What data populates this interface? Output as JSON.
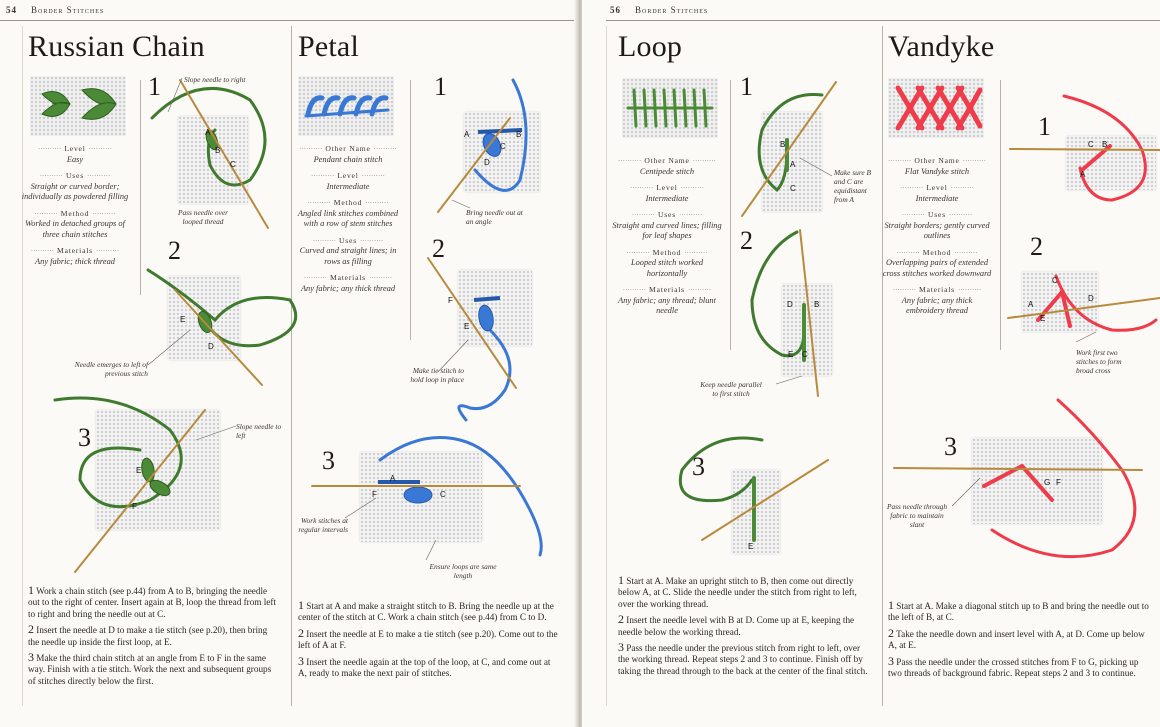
{
  "left_page": {
    "page_number": "54",
    "running_head": "Border Stitches",
    "russian_chain": {
      "title": "Russian Chain",
      "info": {
        "level_label": "Level",
        "level": "Easy",
        "uses_label": "Uses",
        "uses": "Straight or curved border; individually as powdered filling",
        "method_label": "Method",
        "method": "Worked in detached groups of three chain stitches",
        "materials_label": "Materials",
        "materials": "Any fabric; thick thread"
      },
      "steps": [
        "1",
        "2",
        "3"
      ],
      "annotations": {
        "slope_right": "Slope needle to right",
        "pass_needle": "Pass needle over looped thread",
        "emerges": "Needle emerges to left of previous stitch",
        "slope_left": "Slope needle to left"
      },
      "letters": [
        "A",
        "B",
        "C",
        "D",
        "E",
        "E",
        "F"
      ],
      "instructions": [
        {
          "num": "1",
          "text": "Work a chain stitch (see p.44) from A to B, bringing the needle out to the right of center. Insert again at B, loop the thread from left to right and bring the needle out at C."
        },
        {
          "num": "2",
          "text": "Insert the needle at D to make a tie stitch (see p.20), then bring the needle up inside the first loop, at E."
        },
        {
          "num": "3",
          "text": "Make the third chain stitch at an angle from E to F in the same way. Finish with a tie stitch. Work the next and subsequent groups of stitches directly below the first."
        }
      ]
    },
    "petal": {
      "title": "Petal",
      "info": {
        "other_label": "Other Name",
        "other": "Pendant chain stitch",
        "level_label": "Level",
        "level": "Intermediate",
        "method_label": "Method",
        "method": "Angled link stitches combined with a row of stem stitches",
        "uses_label": "Uses",
        "uses": "Curved and straight lines; in rows as filling",
        "materials_label": "Materials",
        "materials": "Any fabric; any thick thread"
      },
      "steps": [
        "1",
        "2",
        "3"
      ],
      "annotations": {
        "bring_out": "Bring needle out at an angle",
        "tie_stitch": "Make tie stitch to hold loop in place",
        "work_stitches": "Work stitches at regular intervals",
        "ensure_loops": "Ensure loops are same length"
      },
      "letters": [
        "A",
        "B",
        "C",
        "D",
        "F",
        "E",
        "A",
        "F",
        "C"
      ],
      "instructions": [
        {
          "num": "1",
          "text": "Start at A and make a straight stitch to B. Bring the needle up at the center of the stitch at C. Work a chain stitch (see p.44) from C to D."
        },
        {
          "num": "2",
          "text": "Insert the needle at E to make a tie stitch (see p.20). Come out to the left of A at F."
        },
        {
          "num": "3",
          "text": "Insert the needle again at the top of the loop, at C, and come out at A, ready to make the next pair of stitches."
        }
      ]
    }
  },
  "right_page": {
    "page_number": "56",
    "running_head": "Border Stitches",
    "loop": {
      "title": "Loop",
      "info": {
        "other_label": "Other Name",
        "other": "Centipede stitch",
        "level_label": "Level",
        "level": "Intermediate",
        "uses_label": "Uses",
        "uses": "Straight and curved lines; filling for leaf shapes",
        "method_label": "Method",
        "method": "Looped stitch worked horizontally",
        "materials_label": "Materials",
        "materials": "Any fabric; any thread; blunt needle"
      },
      "steps": [
        "1",
        "2",
        "3"
      ],
      "annotations": {
        "make_sure": "Make sure B and C are equidistant from A",
        "keep_parallel": "Keep needle parallel to first stitch"
      },
      "letters": [
        "B",
        "A",
        "C",
        "D",
        "B",
        "E",
        "C",
        "E"
      ],
      "instructions": [
        {
          "num": "1",
          "text": "Start at A. Make an upright stitch to B, then come out directly below A, at C. Slide the needle under the stitch from right to left, over the working thread."
        },
        {
          "num": "2",
          "text": "Insert the needle level with B at D. Come up at E, keeping the needle below the working thread."
        },
        {
          "num": "3",
          "text": "Pass the needle under the previous stitch from right to left, over the working thread. Repeat steps 2 and 3 to continue. Finish off by taking the thread through to the back at the center of the final stitch."
        }
      ]
    },
    "vandyke": {
      "title": "Vandyke",
      "info": {
        "other_label": "Other Name",
        "other": "Flat Vandyke stitch",
        "level_label": "Level",
        "level": "Intermediate",
        "uses_label": "Uses",
        "uses": "Straight borders; gently curved outlines",
        "method_label": "Method",
        "method": "Overlapping pairs of extended cross stitches worked downward",
        "materials_label": "Materials",
        "materials": "Any fabric; any thick embroidery thread"
      },
      "steps": [
        "1",
        "2",
        "3"
      ],
      "annotations": {
        "work_first": "Work first two stitches to form broad cross",
        "pass_through": "Pass needle through fabric to maintain slant"
      },
      "letters": [
        "C",
        "B",
        "A",
        "C",
        "A",
        "D",
        "E",
        "G",
        "F"
      ],
      "instructions": [
        {
          "num": "1",
          "text": "Start at A. Make a diagonal stitch up to B and bring the needle out to the left of B, at C."
        },
        {
          "num": "2",
          "text": "Take the needle down and insert level with A, at D. Come up below A, at E."
        },
        {
          "num": "3",
          "text": "Pass the needle under the crossed stitches from F to G, picking up two threads of background fabric. Repeat steps 2 and 3 to continue."
        }
      ]
    }
  },
  "colors": {
    "green_thread": "#3f7a2e",
    "blue_thread": "#3a78d6",
    "red_thread": "#ef3b4a",
    "needle": "#b88a3c"
  }
}
